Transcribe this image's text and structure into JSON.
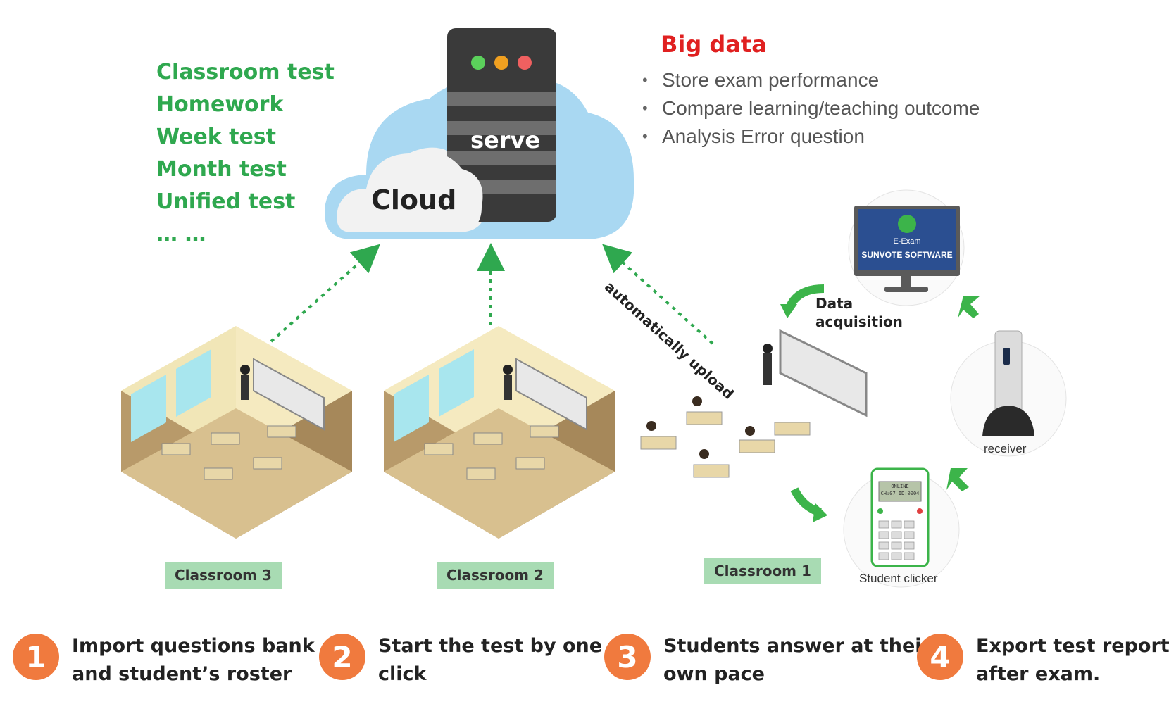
{
  "cloud": {
    "server_label": "serve",
    "cloud_label": "Cloud"
  },
  "test_types": [
    "Classroom test",
    "Homework",
    "Week test",
    "Month test",
    "Unified test",
    "…  …"
  ],
  "big_data": {
    "title": "Big data",
    "items": [
      "Store exam performance",
      "Compare learning/teaching outcome",
      "Analysis Error question"
    ]
  },
  "upload_label": "automatically upload",
  "data_acquisition_label": "Data\nacquisition",
  "software": {
    "name": "E-Exam",
    "banner": "SUNVOTE SOFTWARE"
  },
  "receiver_label": "receiver",
  "clicker": {
    "label": "Student clicker",
    "screen_line1": "ONLINE",
    "screen_line2": "CH:07 ID:0004"
  },
  "classrooms": [
    "Classroom 3",
    "Classroom 2",
    "Classroom 1"
  ],
  "steps": [
    {
      "num": "1",
      "text": "Import questions bank\nand student’s roster"
    },
    {
      "num": "2",
      "text": "Start the test by one\nclick"
    },
    {
      "num": "3",
      "text": "Students answer at their\nown pace"
    },
    {
      "num": "4",
      "text": "Export test reports\nafter exam."
    }
  ],
  "colors": {
    "green": "#2fa84f",
    "red": "#e02020",
    "orange": "#f07a3e",
    "label_bg": "#a8dbb3",
    "cloud": "#a9d8f2"
  }
}
